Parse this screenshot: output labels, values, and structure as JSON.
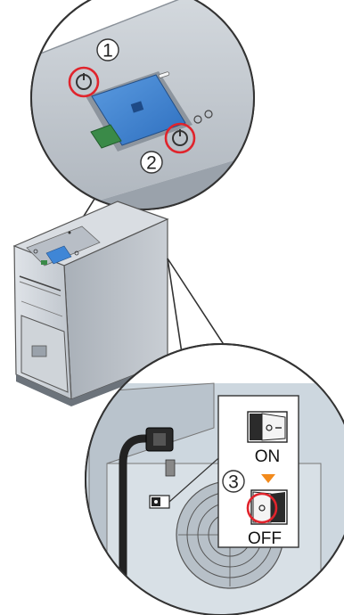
{
  "callouts": [
    {
      "number": "1"
    },
    {
      "number": "2"
    },
    {
      "number": "3"
    }
  ],
  "switch_panel": {
    "on_label": "ON",
    "off_label": "OFF",
    "on_symbol": "o -",
    "off_symbol": "o"
  },
  "colors": {
    "highlight_ring": "#e0242c",
    "arrow": "#f28a1c",
    "screen": "#3f86d6",
    "device_body": "#c7ccd3",
    "start_button": "#3a8a48"
  }
}
